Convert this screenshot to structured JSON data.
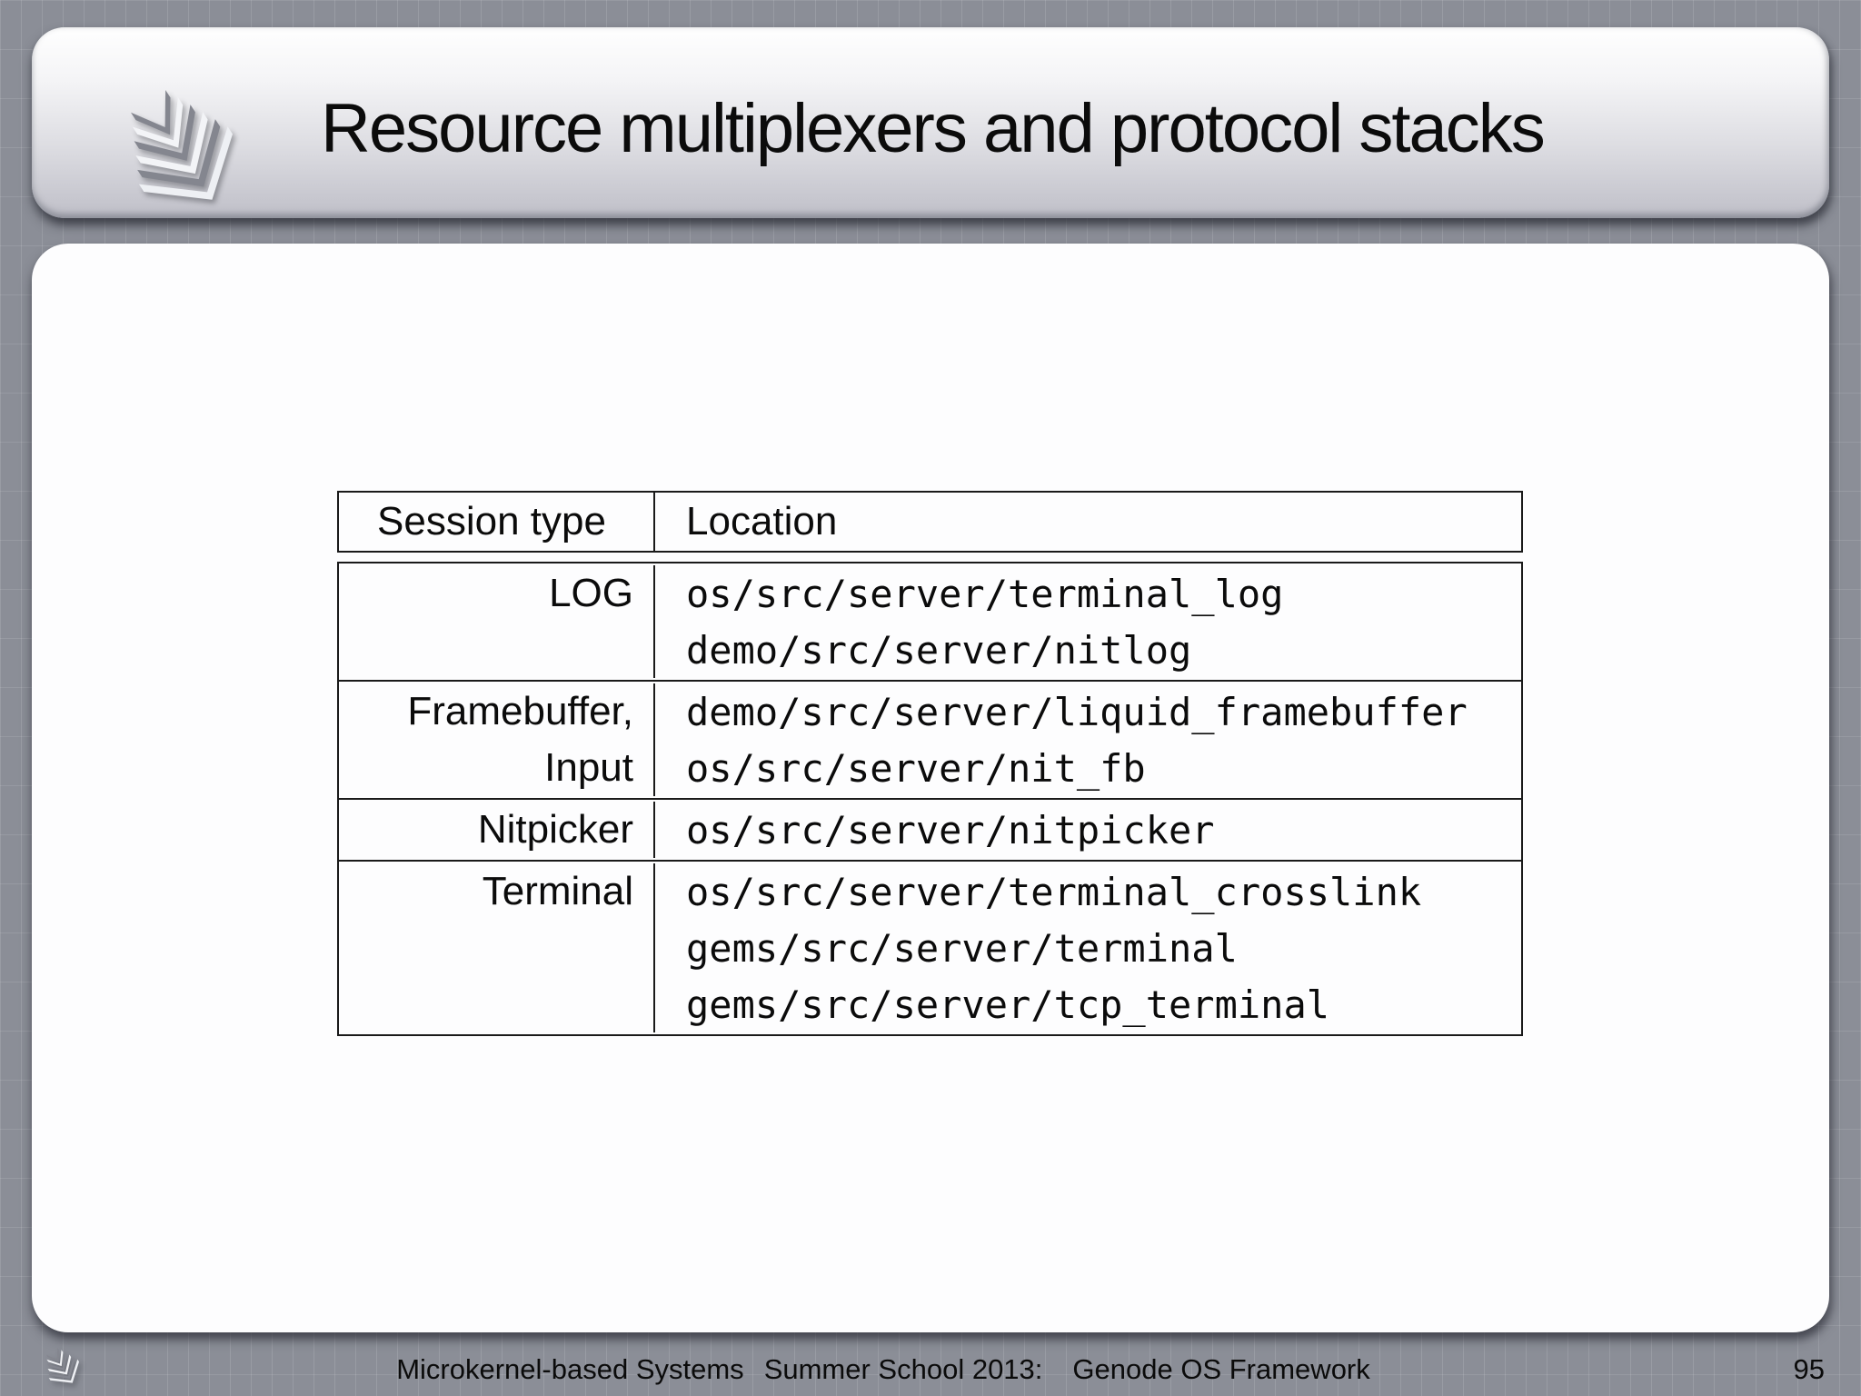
{
  "slide": {
    "title": "Resource multiplexers and protocol stacks",
    "icons": {
      "header_logo": "chevron-stack-logo-icon",
      "footer_logo": "chevron-stack-logo-icon"
    },
    "colors": {
      "background": "#8b8e97",
      "card": "#fdfdfe",
      "titlebar_gradient_top": "#ffffff",
      "titlebar_gradient_bottom": "#bfbfc8",
      "table_border": "#1a1a1a",
      "text": "#0b0b0b"
    },
    "table": {
      "headers": [
        "Session type",
        "Location"
      ],
      "rows": [
        {
          "session_lines": [
            "LOG"
          ],
          "locations": [
            "os/src/server/terminal_log",
            "demo/src/server/nitlog"
          ]
        },
        {
          "session_lines": [
            "Framebuffer,",
            "Input"
          ],
          "locations": [
            "demo/src/server/liquid_framebuffer",
            "os/src/server/nit_fb"
          ]
        },
        {
          "session_lines": [
            "Nitpicker"
          ],
          "locations": [
            "os/src/server/nitpicker"
          ]
        },
        {
          "session_lines": [
            "Terminal"
          ],
          "locations": [
            "os/src/server/terminal_crosslink",
            "gems/src/server/terminal",
            "gems/src/server/tcp_terminal"
          ]
        }
      ]
    },
    "footer": {
      "course": "Microkernel-based Systems",
      "event": "Summer School 2013:",
      "framework": "Genode OS Framework",
      "page_number": "95"
    }
  }
}
